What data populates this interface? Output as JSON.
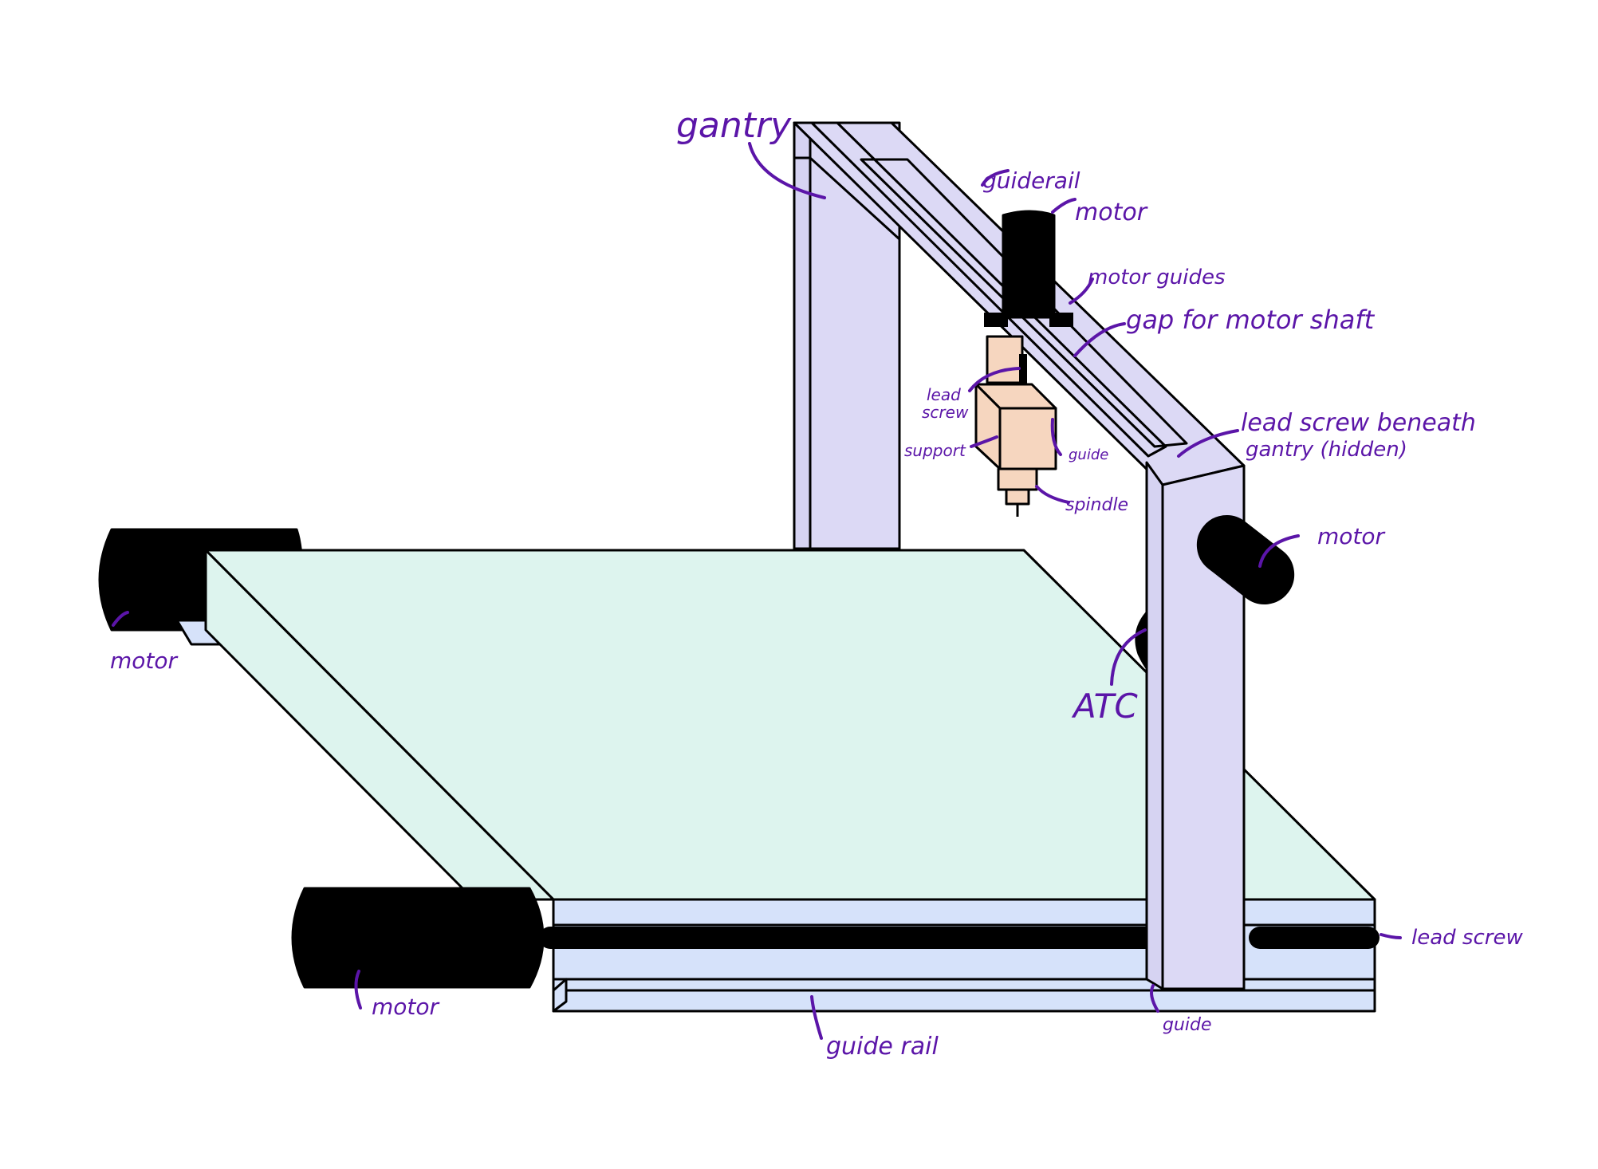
{
  "colors": {
    "gantry": "#dcd9f5",
    "table_top": "#ddf4ee",
    "table_rails": "#d6e2fa",
    "spindle": "#f6d6bf",
    "motor": "#000000",
    "label_ink": "#5b15a8"
  },
  "labels": {
    "gantry": "gantry",
    "guiderail_top": "guiderail",
    "motor_top": "motor",
    "motor_guides": "motor guides",
    "gap_for_motor_shaft": "gap for motor shaft",
    "lead_screw_small": "lead",
    "lead_screw_small_2": "screw",
    "support": "support",
    "guide_small": "guide",
    "spindle": "spindle",
    "lead_screw_beneath": "lead screw beneath",
    "lead_screw_beneath_2": "gantry (hidden)",
    "motor_right": "motor",
    "atc": "ATC",
    "motor_left": "motor",
    "motor_bottom": "motor",
    "guide_rail": "guide rail",
    "guide_bottom": "guide",
    "lead_screw_right": "lead screw"
  }
}
